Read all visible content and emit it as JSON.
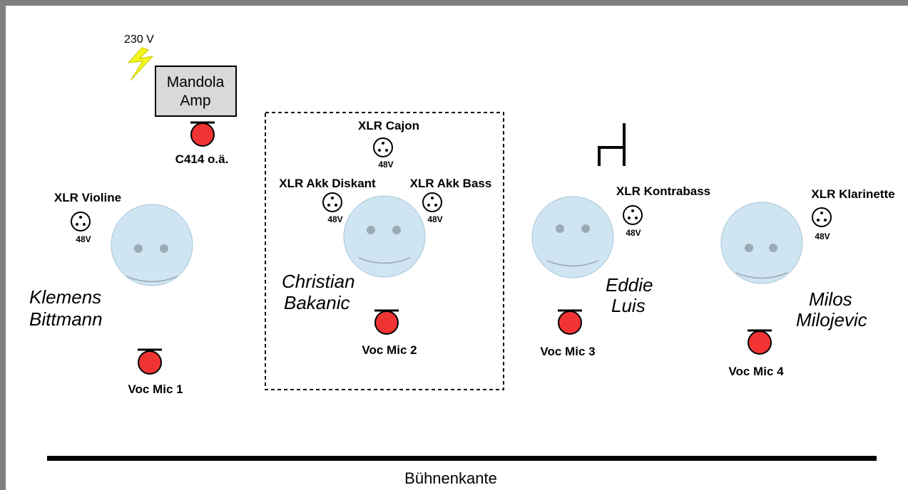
{
  "power": {
    "label": "230 V"
  },
  "amp": {
    "line1": "Mandola",
    "line2": "Amp"
  },
  "musicians": {
    "klemens": {
      "line1": "Klemens",
      "line2": "Bittmann"
    },
    "christian": {
      "line1": "Christian",
      "line2": "Bakanic"
    },
    "eddie": {
      "line1": "Eddie",
      "line2": "Luis"
    },
    "milos": {
      "line1": "Milos",
      "line2": "Milojevic"
    }
  },
  "mics": {
    "c414": "C414 o.ä.",
    "voc1": "Voc Mic 1",
    "voc2": "Voc Mic 2",
    "voc3": "Voc Mic 3",
    "voc4": "Voc Mic 4"
  },
  "xlr": {
    "violine": "XLR Violine",
    "cajon": "XLR Cajon",
    "akk_diskant": "XLR Akk Diskant",
    "akk_bass": "XLR Akk Bass",
    "kontrabass": "XLR Kontrabass",
    "klarinette": "XLR Klarinette",
    "phantom": "48V"
  },
  "stage_edge": "Bühnenkante",
  "colors": {
    "frame": "#808080",
    "face": "#cfe5f2",
    "mic": "#f03434",
    "bolt": "#f5f51e",
    "amp_fill": "#d9d9d9"
  }
}
